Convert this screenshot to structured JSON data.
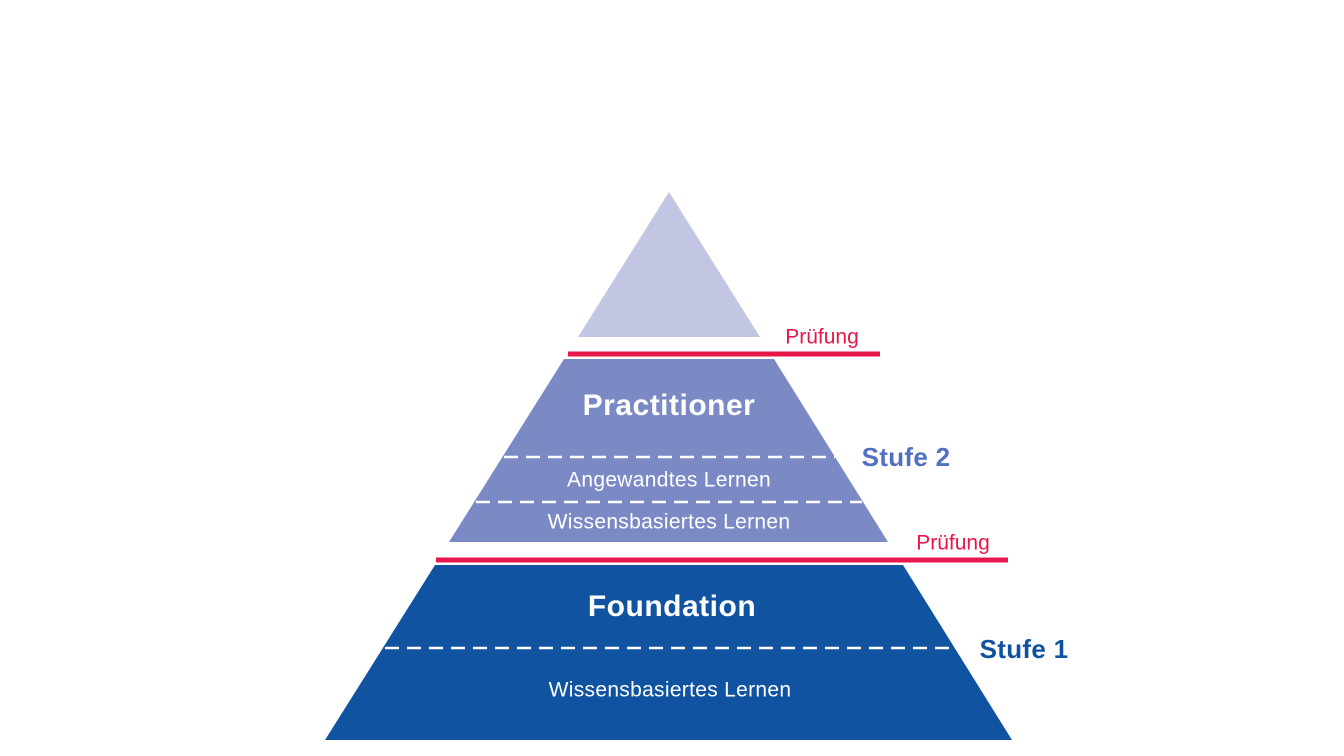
{
  "colors": {
    "background": "#ffffff",
    "level_top_fill": "#c2c6e2",
    "level_practitioner_fill": "#7b8ac5",
    "level_foundation_fill": "#1053a0",
    "exam_line": "#e8174a",
    "exam_text": "#e8174a",
    "stage2_text": "#5270c2",
    "stage1_text": "#0f529f",
    "divider_dash": "#ffffff",
    "level_text": "#ffffff"
  },
  "pyramid": {
    "practitioner": {
      "title": "Practitioner",
      "sublevels": [
        "Angewandtes Lernen",
        "Wissensbasiertes Lernen"
      ]
    },
    "foundation": {
      "title": "Foundation",
      "sublevels": [
        "Wissensbasiertes Lernen"
      ]
    }
  },
  "annotations": {
    "exam_top_label": "Prüfung",
    "exam_bottom_label": "Prüfung",
    "stage2_label": "Stufe 2",
    "stage1_label": "Stufe 1"
  }
}
